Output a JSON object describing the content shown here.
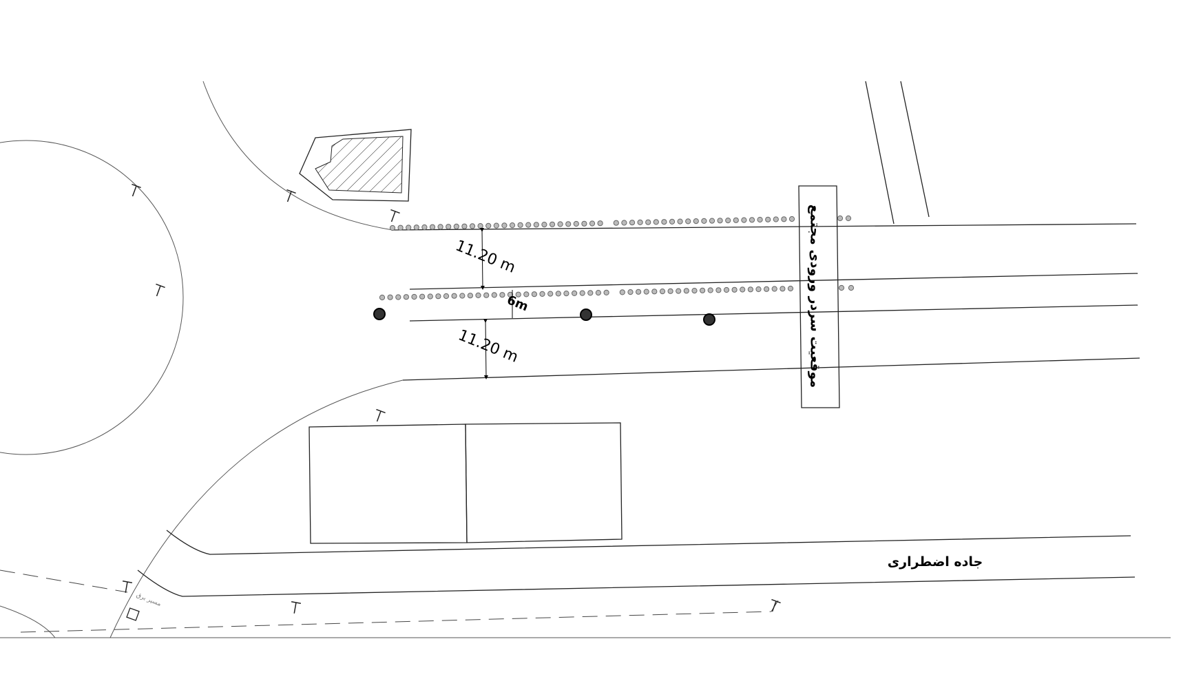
{
  "dimensions": {
    "upper_lane_width": "11.20 m",
    "median_width": "6m",
    "lower_lane_width": "11.20 m"
  },
  "labels": {
    "gate_location": "موقعیت سردر ورودی مجتمع",
    "emergency_road": "جاده اضطراری",
    "small_annotation": "مسیر برق"
  },
  "icons": {
    "street_light": "T-shaped street lamp",
    "tree": "tree dot",
    "utility_pole": "filled circle pole"
  },
  "colors": {
    "line": "#222222",
    "tree_fill": "#bbbbbb",
    "hatch": "#333333"
  }
}
